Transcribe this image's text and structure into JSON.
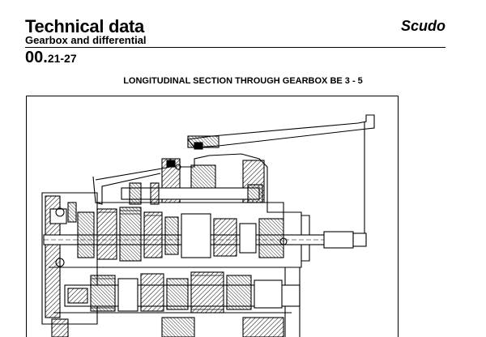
{
  "header": {
    "title": "Technical data",
    "subtitle": "Gearbox and differential",
    "brand": "Scudo",
    "code_main": "00.",
    "code_sub": "21-27"
  },
  "figure": {
    "caption": "LONGITUDINAL SECTION THROUGH GEARBOX BE 3 - 5"
  }
}
